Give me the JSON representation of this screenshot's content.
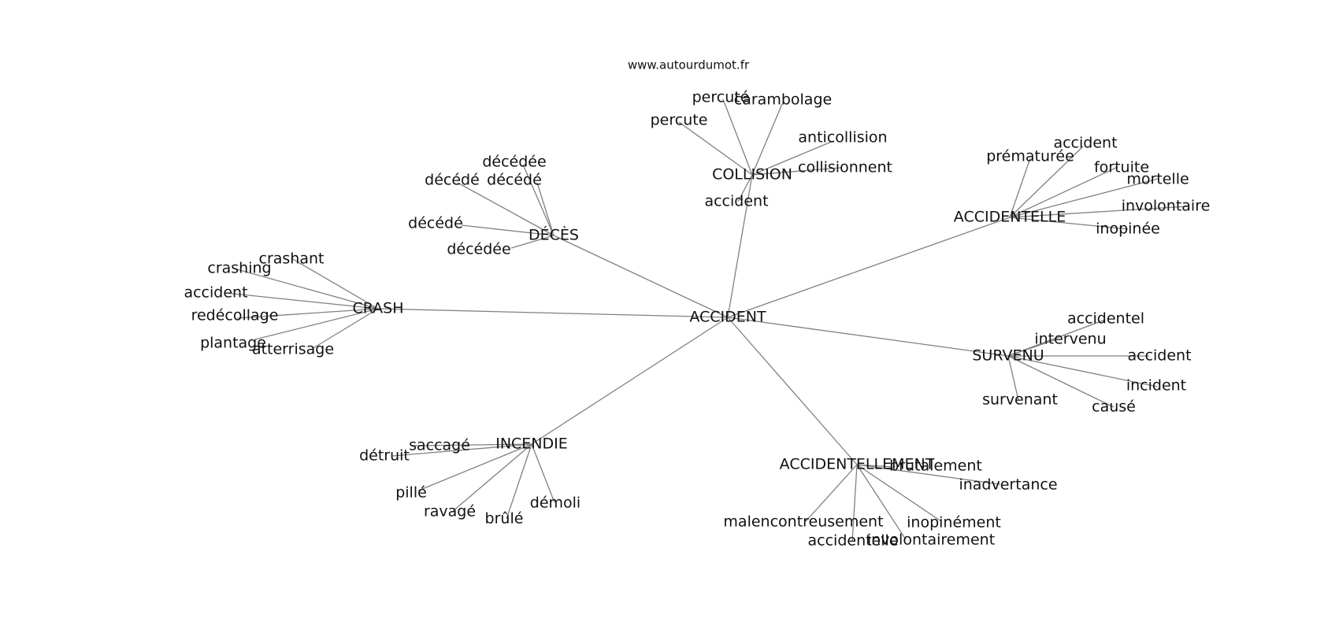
{
  "watermark": "www.autourdumot.fr",
  "edge_color": "#808080",
  "text_color": "#111111",
  "graph": {
    "root": "ACCIDENT",
    "branches": [
      {
        "label": "COLLISION",
        "leaves": [
          "percuté",
          "carambolage",
          "percute",
          "anticollision",
          "collisionnent",
          "accident"
        ]
      },
      {
        "label": "ACCIDENTELLE",
        "leaves": [
          "accident",
          "prématurée",
          "fortuite",
          "mortelle",
          "involontaire",
          "inopinée"
        ]
      },
      {
        "label": "DÉCÈS",
        "leaves": [
          "décédée",
          "décédé",
          "décédé",
          "décédé",
          "décédée"
        ]
      },
      {
        "label": "CRASH",
        "leaves": [
          "crashant",
          "crashing",
          "accident",
          "redécollage",
          "plantage",
          "atterrisage"
        ]
      },
      {
        "label": "SURVENU",
        "leaves": [
          "accidentel",
          "intervenu",
          "accident",
          "incident",
          "survenant",
          "causé"
        ]
      },
      {
        "label": "INCENDIE",
        "leaves": [
          "saccagé",
          "détruit",
          "pillé",
          "ravagé",
          "brûlé",
          "démoli"
        ]
      },
      {
        "label": "ACCIDENTELLEMENT",
        "leaves": [
          "brutalement",
          "inadvertance",
          "malencontreusement",
          "accidentelle",
          "involontairement",
          "inopinément"
        ]
      }
    ]
  }
}
